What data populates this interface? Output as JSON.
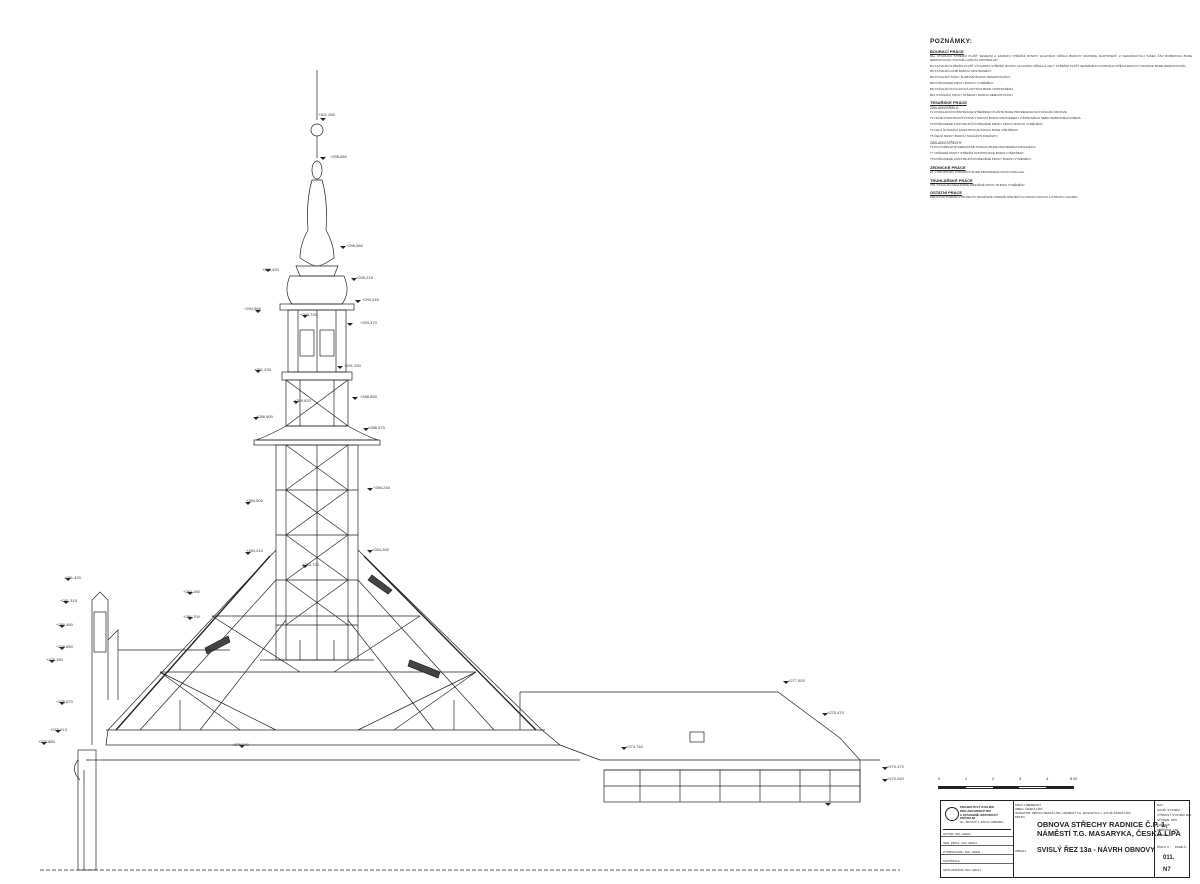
{
  "notes": {
    "title": "POZNÁMKY:",
    "sections": [
      {
        "heading": "BOURACÍ PRÁCE",
        "paragraphs": [
          "B1e STÁVAJÍCÍ STŘEŠNÍ PLÁŠŤ SEVERNÍ A ZÁPADNÍ STŘEŠNÍ ROVINY HLAVNÍHO KŘÍDLA BUDOVY RADNICE ZHOTOVENÝ Z KERAMICKÝCH TAŠEK ČSV BOBROVKA BUDE DEMONTOVÁN VČETNĚ LATĚNÍ A KONTRALATÍ.",
          "B4 STÁVAJÍCÍ STŘEŠNÍ PLÁŠŤ VÝCHODNÍ STŘEŠNÍ ROVINY HLAVNÍHO KŘÍDLA A CELÝ STŘEŠNÍ PLÁŠŤ SEVERNÍHO DVORNÍHO KŘÍDLA BUDOVY RADNICE BUDE DEMONTOVÁN.",
          "B5 STÁVAJÍCÍ HATĚ BUDOU ODSTRANĚNY.",
          "B6 STÁVAJÍCÍ TAŠKY ŽLABOVÉ BUDOU DEMONTOVÁNY.",
          "B8 POŠKOZENÉ PRVKY BUDOU VYMĚNĚNY.",
          "B9 STÁVAJÍCÍ POVLAKOVÁ KRYTINA BUDE ODSTRANĚNA.",
          "B10 STÁVAJÍCÍ PRVKY STŘECHY BUDOU DEMONTOVÁNY."
        ]
      },
      {
        "heading": "TESAŘSKÉ PRÁCE",
        "subheading": "ZÁKLADNÍ KŘÍDLO",
        "paragraphs": [
          "T1 PODKLADNÍ KONSTRUKCE STŘEŠNÍHO PLÁŠTĚ BUDE PROVEDENA NA STÁVAJÍCÍ KROKVE.",
          "T2 NOVÉ KONSTRUKČNÍ PRVKY KROVU BUDOU PROVEDENY Z BOROVÉHO NEBO SMRKOVÉHO DŘEVA.",
          "T3 POŠKOZENÉ KONSTRUKČNÍ DŘEVĚNÉ PRVKY KROVU BUDOU VYMĚNĚNY.",
          "T4 CELÁ STÁVAJÍCÍ KONSTRUKCE KROVU BUDE OŠETŘENA.",
          "T5 ČELNÍ DESKY BUDOU SOUČÁSTÍ DODÁVKY."
        ]
      },
      {
        "heading": "",
        "subheading": "ZÁKLADNÍ STŘECHY",
        "paragraphs": [
          "T6 PO KOMPLETNÍ DEMONTÁŽI PODLAH BUDE PROVEDENA PROHLÍDKA.",
          "T7 VEŠKERÉ PRVKY STŘEŠNÍ KONSTRUKCE BUDOU OŠETŘENY.",
          "T8 POŠKOZENÉ KONSTRUKČNÍ DŘEVĚNÉ PRVKY BUDOU VYMĚNĚNY."
        ]
      },
      {
        "heading": "ZEDNICKÉ PRÁCE",
        "paragraphs": [
          "Z1 V PROSTORU PODKROVÍ BUDE PROVEDENA NOVÁ PODLAHA."
        ]
      },
      {
        "heading": "TRUHLÁŘSKÉ PRÁCE",
        "paragraphs": [
          "TR1 STÁVAJÍCÍ NEVHODNÉ DŘEVĚNÉ PRVKY BUDOU VYMĚNĚNY."
        ]
      },
      {
        "heading": "OSTATNÍ PRÁCE",
        "paragraphs": [
          "PROSTOR PODKROVÍ BUDE PO TESAŘSKÉ OPRAVĚ DŘEVĚNÝCH PRVKŮ KROVU A STROPU UKLIZEN."
        ]
      }
    ]
  },
  "levels": {
    "l01": "+301,260",
    "l02": "+298,680",
    "l03": "+296,580",
    "l04": "+295,420",
    "l05": "+295,215",
    "l06": "+294,965",
    "l07": "+294,245",
    "l08": "+293,720",
    "l09": "+293,470",
    "l10": "+291,330",
    "l11": "+291,230",
    "l12": "+289,820",
    "l13": "+288,850",
    "l14": "+286,900",
    "l15": "+286,570",
    "l16": "+286,230",
    "l17": "+284,500",
    "l18": "+284,260",
    "l19": "+284,210",
    "l20": "+283,720",
    "l21": "+282,180",
    "l22": "+281,700",
    "l23": "+281,420",
    "l24": "+281,315",
    "l25": "+280,460",
    "l26": "+279,850",
    "l27": "+279,180",
    "l28": "+277,920",
    "l29": "+275,970",
    "l30": "+275,470",
    "l31": "+275,240",
    "l32": "+274,740",
    "l33": "+273,013",
    "l34": "+270,880",
    "l35": "+270,470",
    "l36": "+270,040"
  },
  "scale": {
    "ticks": [
      "0",
      "1",
      "2",
      "3",
      "4",
      "5 M"
    ]
  },
  "titleblock": {
    "firm_lines": [
      "PROJEKTOVÝ ATELIÉR",
      "PRO ARCHITEKTURU",
      "A STAVEBNĚ HISTORICKÝ PRŮZKUM"
    ],
    "firm_address": "UL. ŠKOLNÍ 1, 460 01 LIBEREC",
    "roles": [
      {
        "label": "AUTOR:",
        "value": "ING. ARCH."
      },
      {
        "label": "VED. PROJ.:",
        "value": "ING. ARCH."
      },
      {
        "label": "VYPRACOVAL:",
        "value": "ING. ARCH."
      },
      {
        "label": "KONTROLA:",
        "value": ""
      },
      {
        "label": "SPOLUPRÁCE:",
        "value": "ING. ARCH."
      }
    ],
    "info_lines": [
      "KRAJ: LIBERECKÝ",
      "OBEC: ČESKÁ LÍPA",
      "INVESTOR: MĚSTO ČESKÁ LÍPA, NÁMĚSTÍ T.G. MASARYKA 1, 470 36 ČESKÁ LÍPA",
      "MÍSTO:"
    ],
    "project_title": "OBNOVA STŘECHY RADNICE Č.P. 1, NÁMĚSTÍ T.G. MASARYKA, ČESKÁ LÍPA",
    "drawing_label": "OBSAH:",
    "drawing_title": "SVISLÝ ŘEZ 13a - NÁVRH OBNOVY",
    "right_lines": [
      "DAT.:",
      "SOUŘ. SYSTÉM:",
      "VÝŠKOVÝ SYSTÉM: Bpv",
      "STUPEŇ: DPS",
      "FORMÁT:",
      "MĚŘÍTKO: 1:50",
      "REVIZE:",
      "ČÍSLO V. :",
      "PARÉ Č.:"
    ],
    "drawing_number": "011.",
    "sheet_number": "N7"
  }
}
